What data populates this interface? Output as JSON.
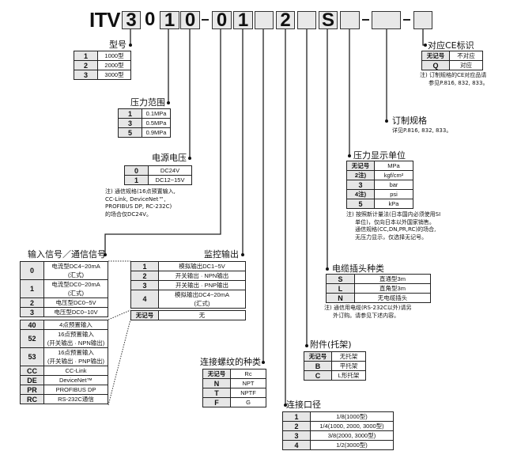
{
  "code": {
    "prefix": "ITV",
    "boxes": [
      "3",
      "0",
      "1",
      "0",
      "-",
      "0",
      "1",
      "",
      "2",
      "",
      "S",
      "",
      "-",
      "",
      "-",
      ""
    ]
  },
  "sections": {
    "model": {
      "title": "型号",
      "rows": [
        [
          "1",
          "1000型"
        ],
        [
          "2",
          "2000型"
        ],
        [
          "3",
          "3000型"
        ]
      ]
    },
    "pressure_range": {
      "title": "压力范围",
      "rows": [
        [
          "1",
          "0.1MPa"
        ],
        [
          "3",
          "0.5MPa"
        ],
        [
          "5",
          "0.9MPa"
        ]
      ]
    },
    "power_voltage": {
      "title": "电源电压",
      "rows": [
        [
          "0",
          "DC24V"
        ],
        [
          "1",
          "DC12~15V"
        ]
      ],
      "note": [
        "注) 通信规格(16点预置输入,",
        "CC-Link, DeviceNet™,",
        "PROFIBUS DP, RC-232C)",
        "的场合仅DC24V。"
      ]
    },
    "input_signal": {
      "title": "输入信号／通信信号",
      "rows": [
        [
          "0",
          "电流型DC4~20mA\n(汇式)"
        ],
        [
          "1",
          "电流型DC0~20mA\n(汇式)"
        ],
        [
          "2",
          "电压型DC0~5V"
        ],
        [
          "3",
          "电压型DC0~10V"
        ]
      ],
      "rows2": [
        [
          "40",
          "4点预置输入"
        ],
        [
          "52",
          "16点预置输入\n(开关输出 · NPN输出)"
        ],
        [
          "53",
          "16点预置输入\n(开关输出 · PNP输出)"
        ],
        [
          "CC",
          "CC-Link"
        ],
        [
          "DE",
          "DeviceNet™"
        ],
        [
          "PR",
          "PROFIBUS DP"
        ],
        [
          "RC",
          "RS-232C通信"
        ]
      ]
    },
    "monitor_output": {
      "title": "监控输出",
      "rows": [
        [
          "1",
          "模拟输出DC1~5V"
        ],
        [
          "2",
          "开关输出 · NPN输出"
        ],
        [
          "3",
          "开关输出 · PNP输出"
        ],
        [
          "4",
          "模拟输出DC4~20mA\n(汇式)"
        ]
      ],
      "rows2": [
        [
          "无记号",
          "无"
        ]
      ]
    },
    "thread_type": {
      "title": "连接螺纹的种类",
      "rows": [
        [
          "无记号",
          "Rc"
        ],
        [
          "N",
          "NPT"
        ],
        [
          "T",
          "NPTF"
        ],
        [
          "F",
          "G"
        ]
      ]
    },
    "port_size": {
      "title": "连接口径",
      "rows": [
        [
          "1",
          "1/8(1000型)"
        ],
        [
          "2",
          "1/4(1000, 2000, 3000型)"
        ],
        [
          "3",
          "3/8(2000, 3000型)"
        ],
        [
          "4",
          "1/2(3000型)"
        ]
      ]
    },
    "bracket": {
      "title": "附件(托架)",
      "rows": [
        [
          "无记号",
          "无托架"
        ],
        [
          "B",
          "平托架"
        ],
        [
          "C",
          "L形托架"
        ]
      ]
    },
    "cable_connector": {
      "title": "电缆插头种类",
      "rows": [
        [
          "S",
          "直通型3m"
        ],
        [
          "L",
          "直角型3m"
        ],
        [
          "N",
          "无电缆插头"
        ]
      ],
      "note": [
        "注) 通信用电缆(RS-232C以外)请另",
        "     外订购。请参见下述内容。"
      ]
    },
    "pressure_unit": {
      "title": "压力显示单位",
      "rows": [
        [
          "无记号",
          "MPa"
        ],
        [
          "2注)",
          "kgf/cm²"
        ],
        [
          "3",
          "bar"
        ],
        [
          "4注)",
          "psi"
        ],
        [
          "5",
          "kPa"
        ]
      ],
      "note": [
        "注) 按照新计量法(日本国内必须使用SI",
        "     单位)，仅向日本以外国家销售。",
        "     通信规格(CC,DN,PR,RC)的场合,",
        "     无压力显示，仅选择无记号。"
      ]
    },
    "custom_spec": {
      "title": "订制规格",
      "note": [
        "详见P.816, 832, 833。"
      ]
    },
    "ce_mark": {
      "title": "对应CE标识",
      "rows": [
        [
          "无记号",
          "不对应"
        ],
        [
          "Q",
          "对应"
        ]
      ],
      "note": [
        "注) 订制规格的CE对应品请",
        "     参见P.816, 832, 833。"
      ]
    }
  }
}
